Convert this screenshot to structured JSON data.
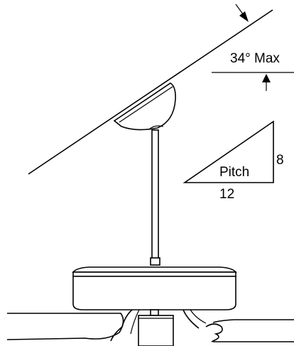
{
  "labels": {
    "max_angle": "34° Max",
    "pitch": "Pitch",
    "rise": "8",
    "run": "12"
  }
}
